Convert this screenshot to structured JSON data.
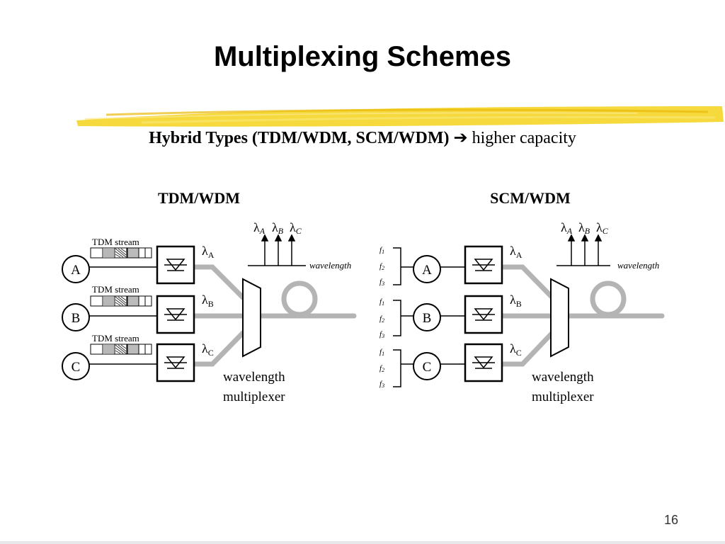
{
  "slide": {
    "title": "Multiplexing Schemes",
    "subtitle_bold": "Hybrid  Types (TDM/WDM, SCM/WDM)",
    "subtitle_arrow": "➔",
    "subtitle_rest": "higher capacity",
    "page_number": "16"
  },
  "colors": {
    "highlight_stroke": "#f5d21a",
    "fiber_gray": "#b4b4b4",
    "line": "#000000"
  },
  "tdm": {
    "heading": "TDM/WDM",
    "stream_label": "TDM stream",
    "sources": [
      "A",
      "B",
      "C"
    ],
    "lambda_symbol": "λ",
    "channel_subs": [
      "A",
      "B",
      "C"
    ],
    "spectrum_symbols": [
      "λ",
      "λ",
      "λ"
    ],
    "spectrum_subs": [
      "A",
      "B",
      "C"
    ],
    "axis_label": "wavelength",
    "mux_label_1": "wavelength",
    "mux_label_2": "multiplexer"
  },
  "scm": {
    "heading": "SCM/WDM",
    "sources": [
      "A",
      "B",
      "C"
    ],
    "freq_symbol": "f",
    "freq_subs": [
      "1",
      "2",
      "3"
    ],
    "lambda_symbol": "λ",
    "channel_subs": [
      "A",
      "B",
      "C"
    ],
    "spectrum_symbols": [
      "λ",
      "λ",
      "λ"
    ],
    "spectrum_subs": [
      "A",
      "B",
      "C"
    ],
    "axis_label": "wavelength",
    "mux_label_1": "wavelength",
    "mux_label_2": "multiplexer"
  }
}
